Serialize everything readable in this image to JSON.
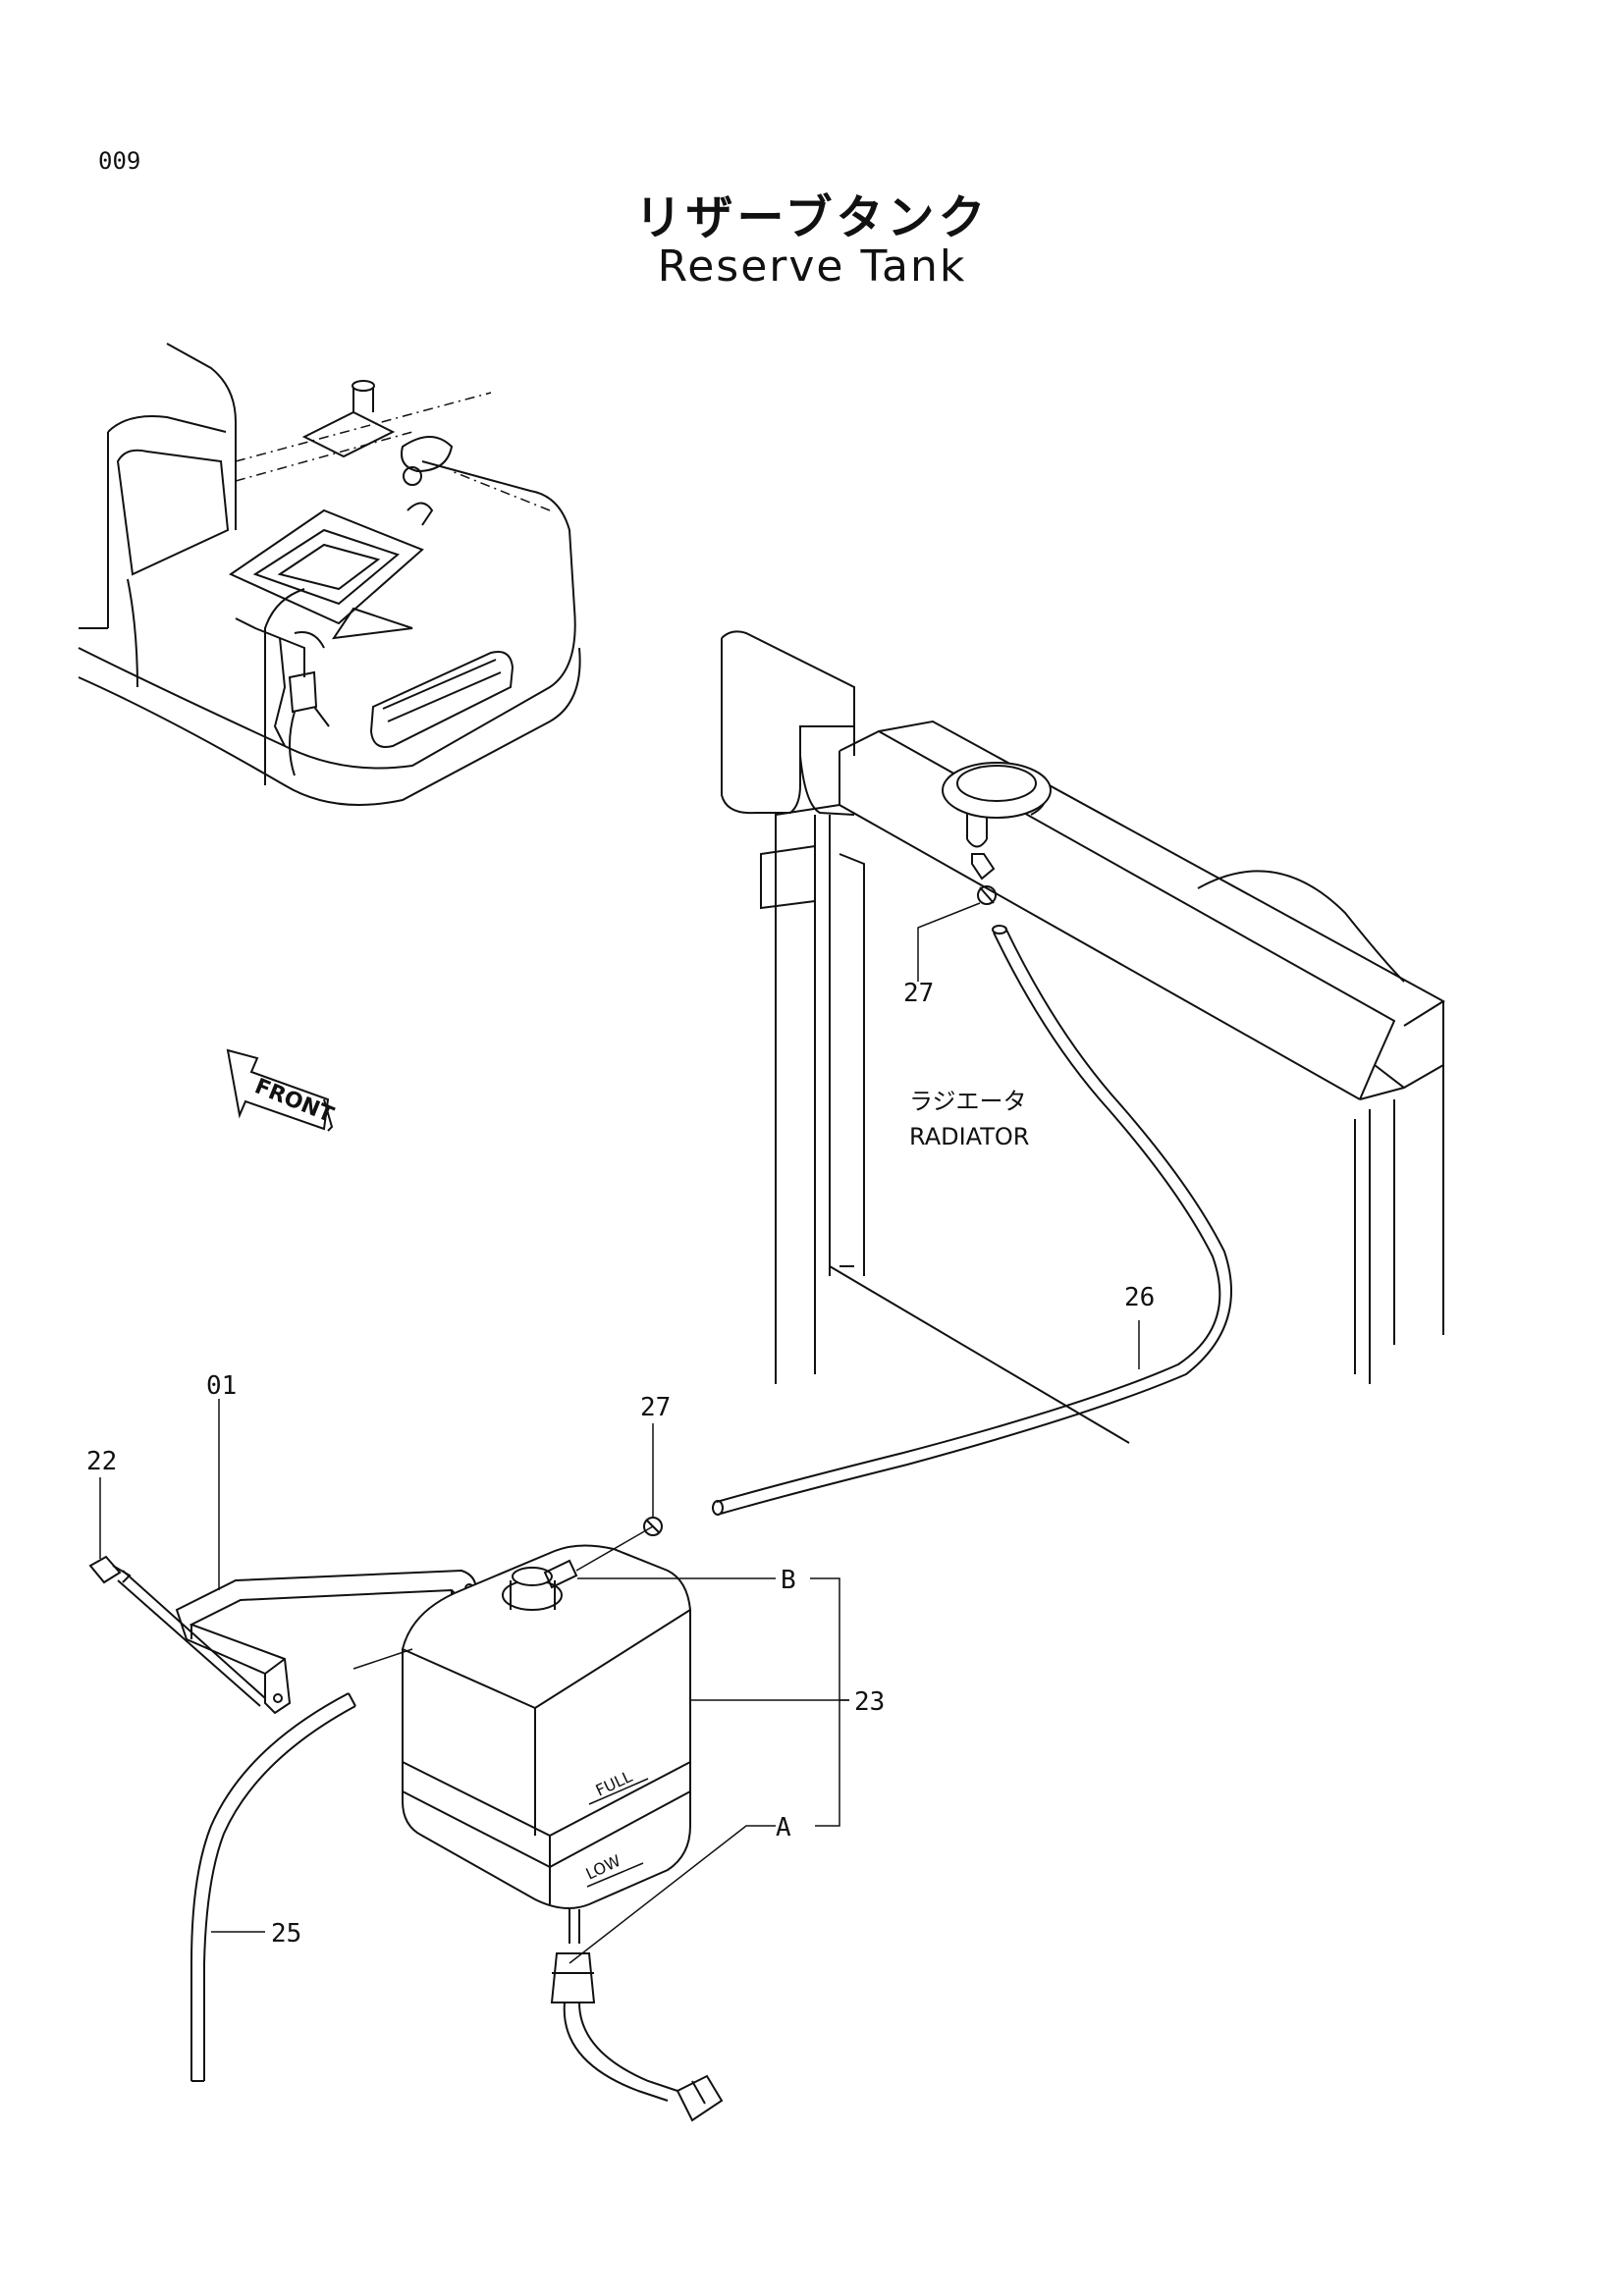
{
  "page_number": "009",
  "title_jp": "リザーブタンク",
  "title_en": "Reserve Tank",
  "front_arrow_label": "FRONT",
  "radiator_label_jp": "ラジエータ",
  "radiator_label_en": "RADIATOR",
  "tank_markings": {
    "full": "FULL",
    "low": "LOW"
  },
  "callouts": [
    "01",
    "22",
    "23",
    "25",
    "26",
    "27",
    "27",
    "A",
    "B"
  ]
}
